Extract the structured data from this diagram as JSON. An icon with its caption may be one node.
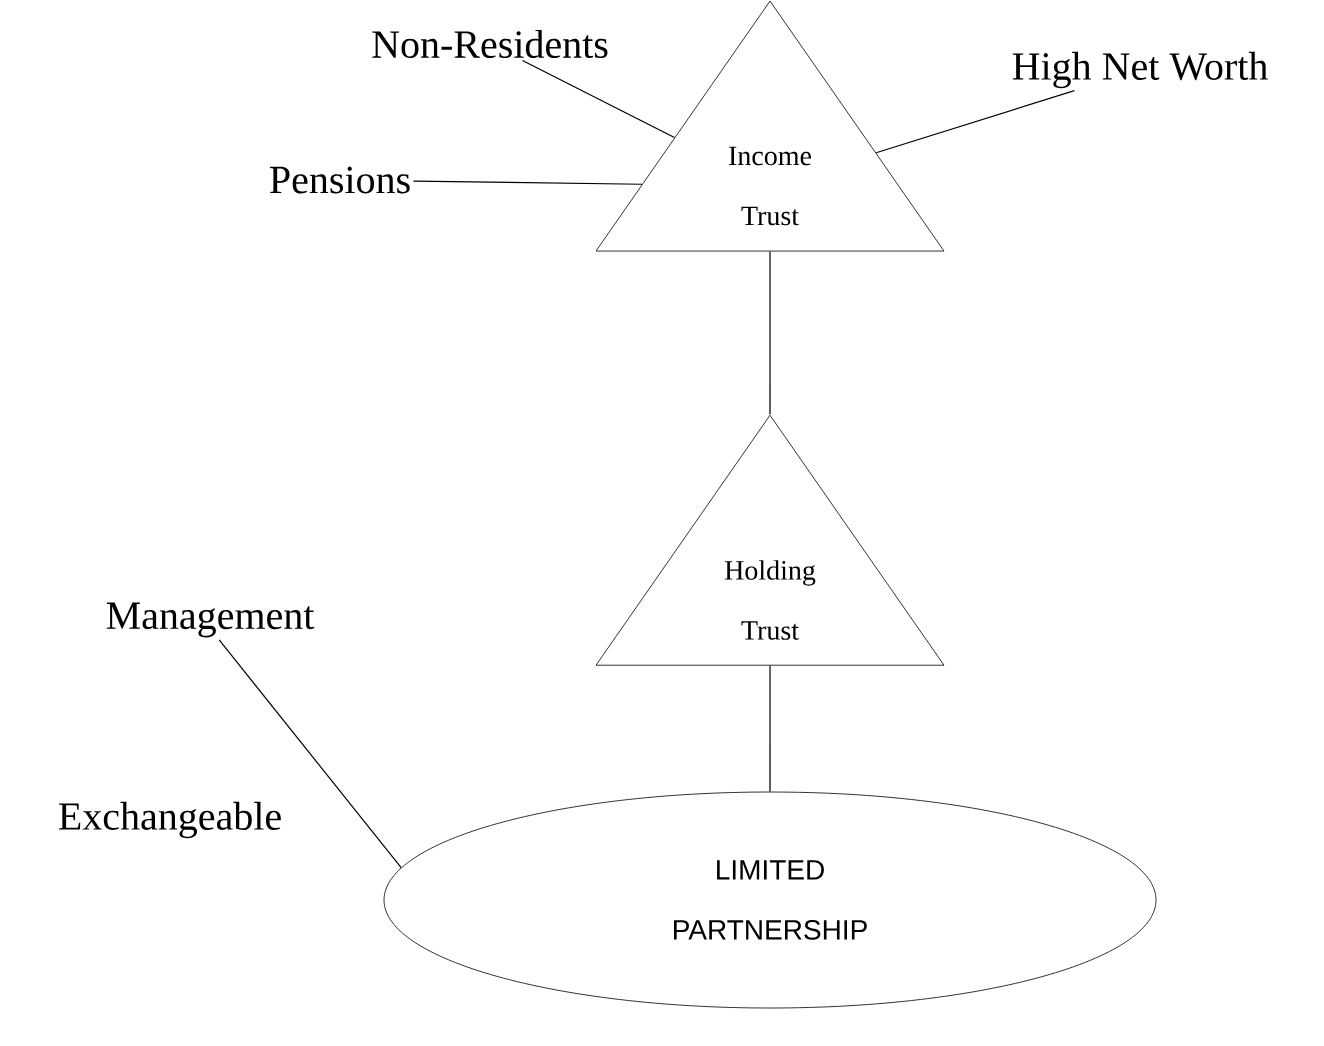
{
  "diagram": {
    "nodes": [
      {
        "text": [
          "Income Trust"
        ]
      },
      {
        "text": [
          "Holding Trust"
        ]
      },
      {
        "text": [
          "LIMITED PARTNERSHIP"
        ]
      },
      {
        "text": [
          "Non-Residents"
        ]
      },
      {
        "text": [
          "High Net Worth"
        ]
      },
      {
        "text": [
          "Pensions"
        ]
      },
      {
        "text": [
          "Management"
        ]
      }
    ],
    "edges": [
      {
        "from": 3,
        "to": 0,
        "arrow": "none"
      },
      {
        "from": 4,
        "to": 0,
        "arrow": "none"
      },
      {
        "from": 5,
        "to": 0,
        "arrow": "none"
      },
      {
        "from": 0,
        "to": 1,
        "arrow": "none"
      },
      {
        "from": 1,
        "to": 2,
        "arrow": "none"
      },
      {
        "from": 6,
        "to": 2,
        "arrow": "none"
      }
    ],
    "labels": [
      "Exchangeable"
    ]
  }
}
